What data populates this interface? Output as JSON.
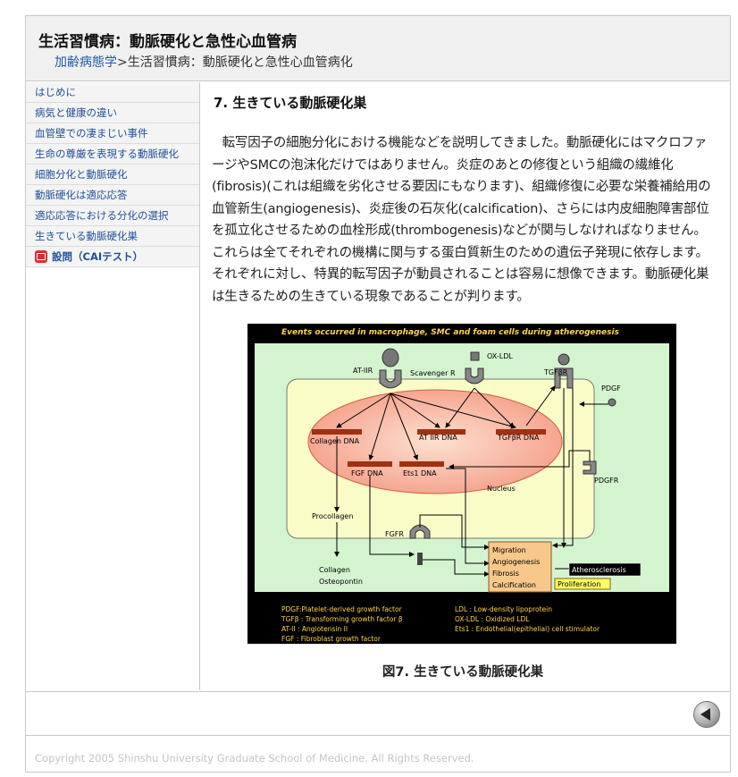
{
  "header": {
    "title": "生活習慣病：動脈硬化と急性心血管病",
    "breadcrumb_link": "加齢病態学",
    "breadcrumb_sep": ">",
    "breadcrumb_current": "生活習慣病：動脈硬化と急性心血管病化"
  },
  "sidebar": {
    "items": [
      {
        "label": "はじめに"
      },
      {
        "label": "病気と健康の違い"
      },
      {
        "label": "血管壁での凄まじい事件"
      },
      {
        "label": "生命の尊厳を表現する動脈硬化"
      },
      {
        "label": "細胞分化と動脈硬化"
      },
      {
        "label": "動脈硬化は適応応答"
      },
      {
        "label": "適応応答における分化の選択"
      },
      {
        "label": "生きている動脈硬化巣"
      }
    ],
    "quiz": {
      "label": "設問（CAIテスト）",
      "icon": "quiz-icon"
    }
  },
  "content": {
    "section_title": "7. 生きている動脈硬化巣",
    "paragraph": "転写因子の細胞分化における機能などを説明してきました。動脈硬化にはマクロファージやSMCの泡沫化だけではありません。炎症のあとの修復という組織の繊維化(fibrosis)(これは組織を劣化させる要因にもなります)、組織修復に必要な栄養補給用の血管新生(angiogenesis)、炎症後の石灰化(calcification)、さらには内皮細胞障害部位を孤立化させるための血栓形成(thrombogenesis)などが関与しなければなりません。これらは全てそれぞれの機構に関与する蛋白質新生のための遺伝子発現に依存します。それぞれに対し、特異的転写因子が動員されることは容易に想像できます。動脈硬化巣は生きるための生きている現象であることが判ります。",
    "figure_caption": "図7. 生きている動脈硬化巣"
  },
  "figure": {
    "title": "Events occurred in macrophage, SMC and foam cells during atherogenesis",
    "receptors": {
      "at2r": "AT-IIR",
      "scavenger": "Scavenger R",
      "oxldl": "OX-LDL",
      "tgfbr": "TGFβR",
      "pdgf": "PDGF",
      "pdgfr": "PDGFR",
      "fgfr": "FGFR"
    },
    "genes": {
      "collagen": "Collagen DNA",
      "at2r": "AT IIR DNA",
      "tgfbr": "TGFβR DNA",
      "fgf": "FGF DNA",
      "ets1": "Ets1 DNA"
    },
    "nucleus": "Nucleus",
    "labels": {
      "procollagen": "Procollagen",
      "collagen": "Collagen",
      "osteopontin": "Osteopontin"
    },
    "events": [
      "Migration",
      "Angiogenesis",
      "Fibrosis",
      "Calcification"
    ],
    "outcome": "Atherosclerosis",
    "proliferation": "Proliferation",
    "legend_left": [
      "PDGF:Platelet-derived growth factor",
      "TGFβ : Transforming growth factor β",
      "AT-II : Angiotensin II",
      "FGF : Fibroblast growth factor"
    ],
    "legend_right": [
      "LDL : Low-density lipoprotein",
      "OX-LDL : Oxidized LDL",
      "Ets1 : Endothelial(epithelial) cell stimulator"
    ]
  },
  "footer": {
    "copyright": "Copyright 2005 Shinshu University Graduate School of Medicine. All Rights Reserved."
  }
}
